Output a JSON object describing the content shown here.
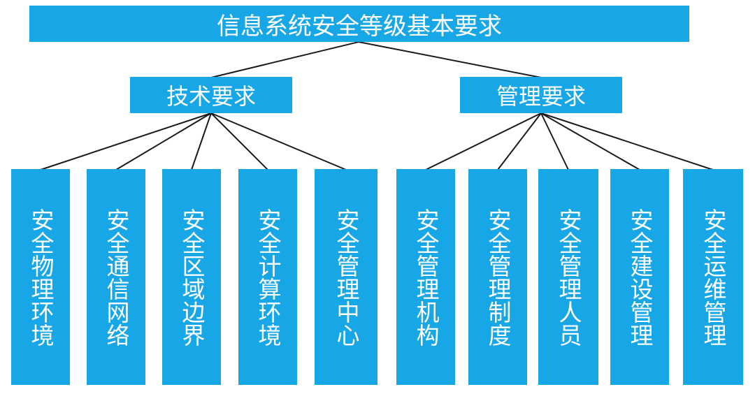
{
  "root": {
    "label": "信息系统安全等级基本要求"
  },
  "branches": [
    {
      "label": "技术要求",
      "children": [
        "安全物理环境",
        "安全通信网络",
        "安全区域边界",
        "安全计算环境",
        "安全管理中心"
      ]
    },
    {
      "label": "管理要求",
      "children": [
        "安全管理机构",
        "安全管理制度",
        "安全管理人员",
        "安全建设管理",
        "安全运维管理"
      ]
    }
  ],
  "colors": {
    "box_fill": "#17a6e6",
    "box_text": "#ffffff",
    "connector": "#1a1a1a"
  }
}
